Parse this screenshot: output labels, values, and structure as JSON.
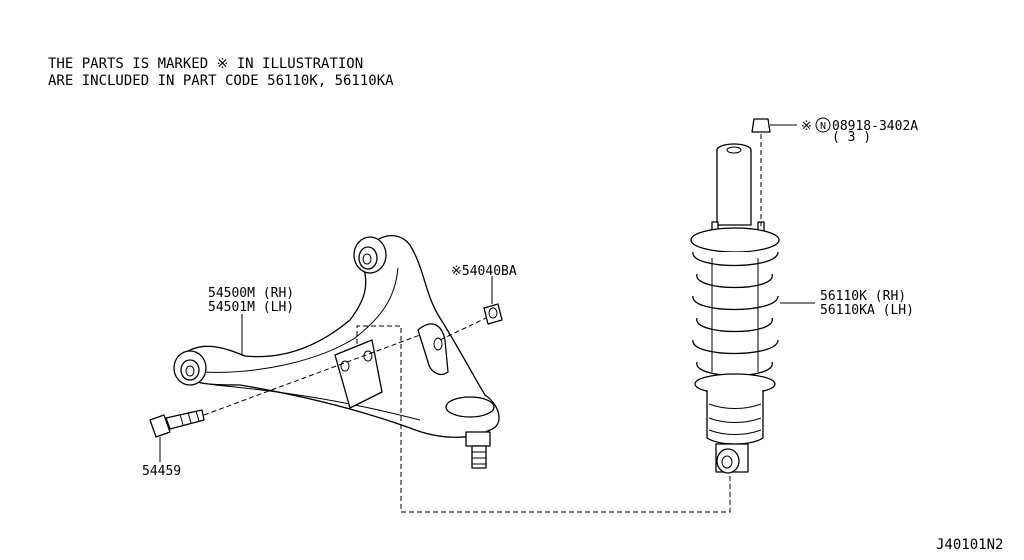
{
  "note": {
    "line1": "THE PARTS IS MARKED ※ IN ILLUSTRATION",
    "line2": "ARE INCLUDED IN PART CODE 56110K, 56110KA"
  },
  "callouts": {
    "arm_rh": "54500M (RH)",
    "arm_lh": "54501M (LH)",
    "nut": "※54040BA",
    "bolt": "54459",
    "shock_rh": "56110K  (RH)",
    "shock_lh": "56110KA (LH)",
    "top_nut_mark": "※",
    "top_nut_symbol": "N",
    "top_nut_code": "08918-3402A",
    "top_nut_qty": "( 3 )"
  },
  "diagram_code": "J40101N2"
}
